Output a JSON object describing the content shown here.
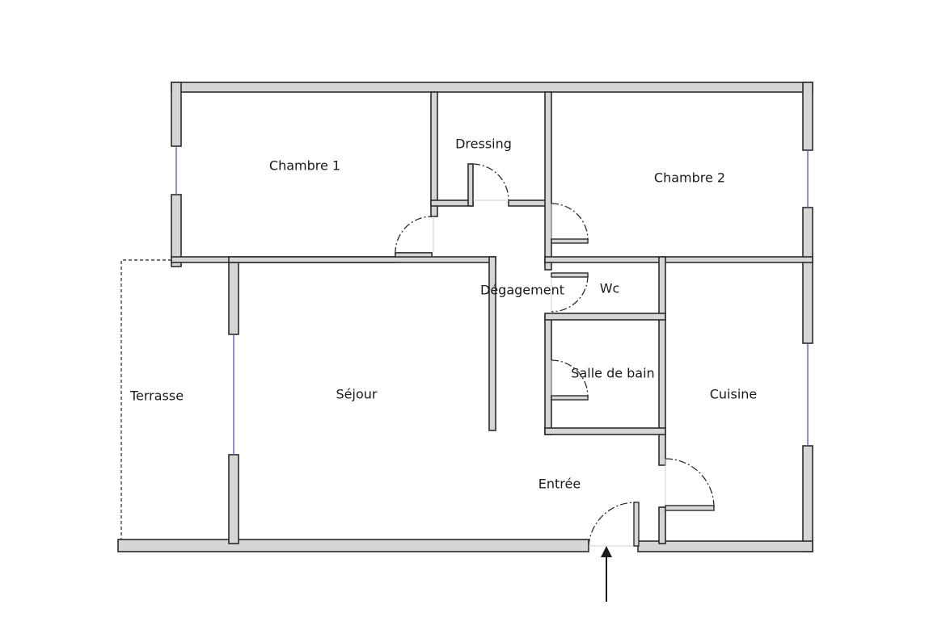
{
  "rooms": {
    "chambre1": "Chambre 1",
    "dressing": "Dressing",
    "chambre2": "Chambre 2",
    "degagement": "Dégagement",
    "wc": "Wc",
    "salle_de_bain": "Salle de bain",
    "terrasse": "Terrasse",
    "sejour": "Séjour",
    "cuisine": "Cuisine",
    "entree": "Entrée"
  },
  "colors": {
    "wall_fill": "#d6d6d6",
    "wall_stroke": "#2b2b2b",
    "window": "#5b5bd6"
  }
}
